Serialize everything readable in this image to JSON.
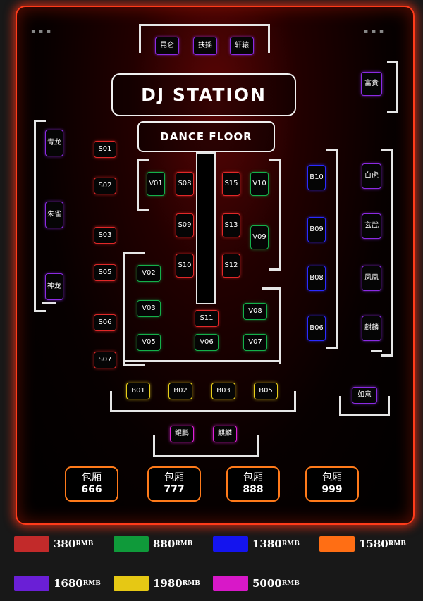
{
  "stage": {
    "title": "DJ STATION",
    "subtitle": "DANCE FLOOR"
  },
  "seats": {
    "top_1": "昆仑",
    "top_2": "扶摇",
    "top_3": "轩辕",
    "right_top": "富贵",
    "left_1": "青龙",
    "left_2": "朱雀",
    "left_3": "神龙",
    "right_1": "白虎",
    "right_2": "玄武",
    "right_3": "凤凰",
    "right_4": "麒麟",
    "ruyi": "如意",
    "bottom_1": "鲲鹏",
    "bottom_2": "麒麟",
    "S01": "S01",
    "S02": "S02",
    "S03": "S03",
    "S05": "S05",
    "S06": "S06",
    "S07": "S07",
    "S08": "S08",
    "S09": "S09",
    "S10": "S10",
    "S11": "S11",
    "S12": "S12",
    "S13": "S13",
    "S15": "S15",
    "V01": "V01",
    "V02": "V02",
    "V03": "V03",
    "V05": "V05",
    "V06": "V06",
    "V07": "V07",
    "V08": "V08",
    "V09": "V09",
    "V10": "V10",
    "B01": "B01",
    "B02": "B02",
    "B03": "B03",
    "B05": "B05",
    "B06": "B06",
    "B08": "B08",
    "B09": "B09",
    "B10": "B10"
  },
  "booths": [
    {
      "label": "包厢",
      "number": "666"
    },
    {
      "label": "包厢",
      "number": "777"
    },
    {
      "label": "包厢",
      "number": "888"
    },
    {
      "label": "包厢",
      "number": "999"
    }
  ],
  "legend": [
    {
      "price": "380",
      "unit": "RMB",
      "color": "#c22a2a"
    },
    {
      "price": "880",
      "unit": "RMB",
      "color": "#0f9a3a"
    },
    {
      "price": "1380",
      "unit": "RMB",
      "color": "#1414ee"
    },
    {
      "price": "1580",
      "unit": "RMB",
      "color": "#ff6e14"
    },
    {
      "price": "1680",
      "unit": "RMB",
      "color": "#6a1fd6"
    },
    {
      "price": "1980",
      "unit": "RMB",
      "color": "#e6c814"
    },
    {
      "price": "5000",
      "unit": "RMB",
      "color": "#d818c8"
    }
  ]
}
